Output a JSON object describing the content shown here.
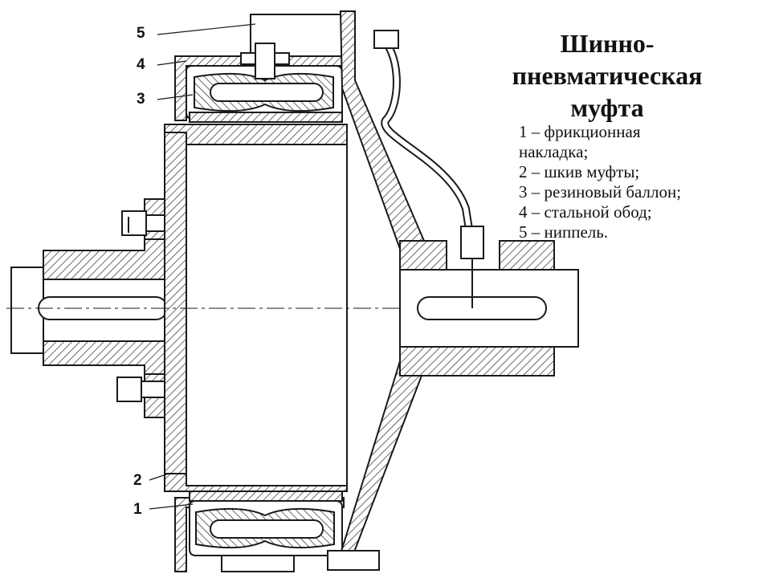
{
  "title": {
    "line1": "Шинно-",
    "line2": "пневматическая",
    "line3": "муфта"
  },
  "legend": {
    "items": [
      "1 – фрикционная",
      "накладка;",
      "2 – шкив муфты;",
      "3 – резиновый баллон;",
      "4 – стальной обод;",
      "5 – ниппель."
    ]
  },
  "callouts": {
    "c1": "1",
    "c2": "2",
    "c3": "3",
    "c4": "4",
    "c5": "5"
  },
  "colors": {
    "line": "#1a1a1a",
    "hatch": "#2a2a2a",
    "fill": "#e9e9e9"
  }
}
